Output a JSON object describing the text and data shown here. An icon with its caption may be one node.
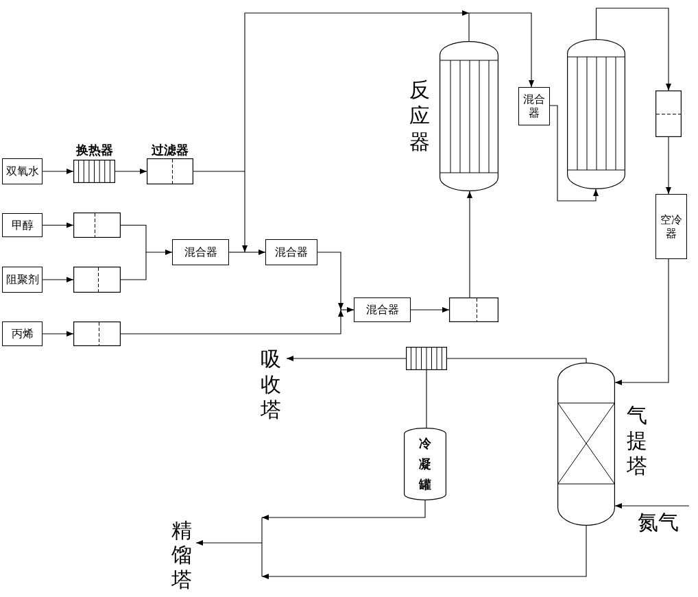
{
  "diagram": {
    "nodes": [
      {
        "text": [
          "双氧水"
        ]
      },
      {
        "text": [
          "换热器"
        ]
      },
      {
        "text": [
          "过滤器"
        ]
      },
      {
        "text": [
          "甲醇"
        ]
      },
      {
        "text": [],
        "shape": "box"
      },
      {
        "text": [
          "阻聚剂"
        ]
      },
      {
        "text": [],
        "shape": "box"
      },
      {
        "text": [
          "混合器"
        ]
      },
      {
        "text": [
          "混合器"
        ]
      },
      {
        "text": [
          "丙烯"
        ]
      },
      {
        "text": [],
        "shape": "box"
      },
      {
        "text": [
          "混合器"
        ]
      },
      {
        "text": [],
        "shape": "box"
      },
      {
        "text": [],
        "shape": "cylinder",
        "beside": [
          "反应器"
        ]
      },
      {
        "text": [
          "混合器"
        ]
      },
      {
        "text": [],
        "shape": "cylinder"
      },
      {
        "text": [],
        "shape": "box"
      },
      {
        "text": [
          "空冷器"
        ]
      },
      {
        "text": [
          "吸收塔"
        ]
      },
      {
        "text": [],
        "shape": "box"
      },
      {
        "text": [
          "冷凝罐"
        ]
      },
      {
        "text": [],
        "shape": "cylinder",
        "beside": [
          "气提塔"
        ]
      },
      {
        "text": [
          "氮气"
        ]
      },
      {
        "text": [
          "精馏塔"
        ]
      }
    ],
    "edges": [
      {
        "from": 0,
        "to": 1,
        "arrow": "to"
      },
      {
        "from": 1,
        "to": 2,
        "arrow": "to"
      },
      {
        "from": 2,
        "to": 8,
        "arrow": "to"
      },
      {
        "from": 2,
        "to": 14,
        "arrow": "to"
      },
      {
        "from": 3,
        "to": 4,
        "arrow": "to"
      },
      {
        "from": 5,
        "to": 6,
        "arrow": "to"
      },
      {
        "from": 4,
        "to": 7,
        "arrow": "to"
      },
      {
        "from": 6,
        "to": 7,
        "arrow": "to"
      },
      {
        "from": 7,
        "to": 8,
        "arrow": "to"
      },
      {
        "from": 9,
        "to": 10,
        "arrow": "to"
      },
      {
        "from": 8,
        "to": 11,
        "arrow": "to"
      },
      {
        "from": 10,
        "to": 11,
        "arrow": "to"
      },
      {
        "from": 11,
        "to": 12,
        "arrow": "to"
      },
      {
        "from": 12,
        "to": 13,
        "arrow": "to"
      },
      {
        "from": 13,
        "to": 14,
        "arrow": "to"
      },
      {
        "from": 14,
        "to": 15,
        "arrow": "to"
      },
      {
        "from": 15,
        "to": 16,
        "arrow": "to"
      },
      {
        "from": 16,
        "to": 17,
        "arrow": "to"
      },
      {
        "from": 17,
        "to": 21,
        "arrow": "to"
      },
      {
        "from": 21,
        "to": 19,
        "arrow": "none"
      },
      {
        "from": 19,
        "to": 18,
        "arrow": "to"
      },
      {
        "from": 19,
        "to": 20,
        "arrow": "none"
      },
      {
        "from": 22,
        "to": 21,
        "arrow": "to"
      },
      {
        "from": 20,
        "to": 23,
        "arrow": "to"
      },
      {
        "from": 21,
        "to": 23,
        "arrow": "to"
      }
    ]
  }
}
